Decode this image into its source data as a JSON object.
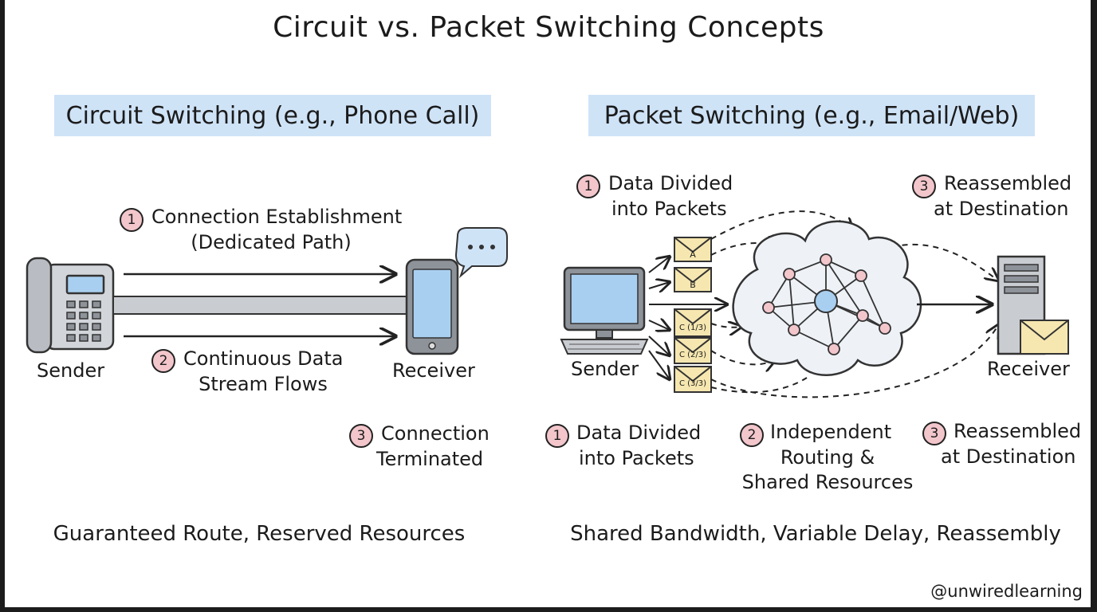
{
  "title": "Circuit vs. Packet Switching Concepts",
  "circuit": {
    "header": "Circuit Switching (e.g., Phone Call)",
    "step1": {
      "num": "1",
      "line1": "Connection Establishment",
      "line2": "(Dedicated Path)"
    },
    "step2": {
      "num": "2",
      "line1": "Continuous Data",
      "line2": "Stream Flows"
    },
    "step3": {
      "num": "3",
      "line1": "Connection",
      "line2": "Terminated"
    },
    "sender": "Sender",
    "receiver": "Receiver",
    "summary": "Guaranteed Route, Reserved Resources"
  },
  "packet": {
    "header": "Packet Switching (e.g., Email/Web)",
    "top_step1": {
      "num": "1",
      "line1": "Data Divided",
      "line2": "into Packets"
    },
    "top_step3": {
      "num": "3",
      "line1": "Reassembled",
      "line2": "at Destination"
    },
    "packets": [
      "A",
      "B",
      "C (1/3)",
      "C (2/3)",
      "C (3/3)"
    ],
    "sender": "Sender",
    "receiver": "Receiver",
    "bottom_step1": {
      "num": "1",
      "line1": "Data Divided",
      "line2": "into Packets"
    },
    "bottom_step2": {
      "num": "2",
      "line1": "Independent",
      "line2": "Routing &",
      "line3": "Shared Resources"
    },
    "bottom_step3": {
      "num": "3",
      "line1": "Reassembled",
      "line2": "at Destination"
    },
    "summary": "Shared Bandwidth, Variable Delay, Reassembly"
  },
  "watermark": "@unwiredlearning",
  "colors": {
    "header_bg": "#cfe3f7",
    "badge": "#f2c6cb",
    "envelope": "#f6e7b0",
    "cloud": "#eef2f7",
    "node": "#f2c6cb",
    "hub": "#a9cff0"
  }
}
